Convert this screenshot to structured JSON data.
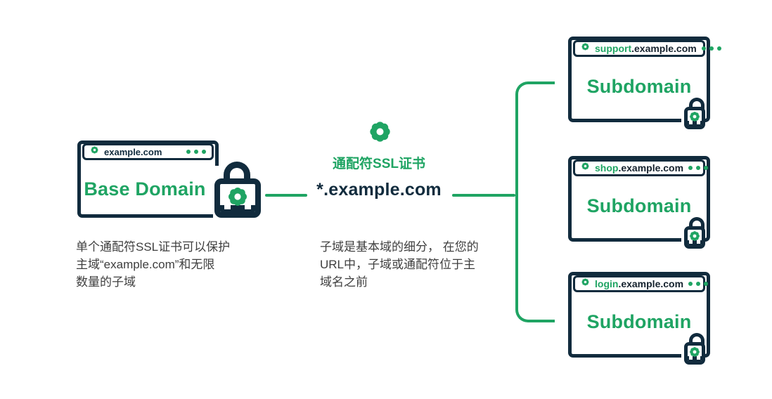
{
  "colors": {
    "green": "#1fa463",
    "navy": "#112b3d",
    "caption_text": "#3e3e3e",
    "background": "#ffffff"
  },
  "icons": {
    "site_badge": "gear-badge-icon",
    "window_menu": "ellipsis-dots-icon",
    "padlock": "padlock-icon",
    "wildcard_badge": "gear-badge-icon"
  },
  "base_window": {
    "address": "example.com",
    "label": "Base Domain"
  },
  "center": {
    "badge_title": "通配符SSL证书",
    "wildcard": "*.example.com"
  },
  "captions": {
    "base": "单个通配符SSL证书可以保护\n主域“example.com”和无限\n数量的子域",
    "wildcard": "子域是基本域的细分， 在您的\nURL中，子域或通配符位于主\n域名之前"
  },
  "subdomain_windows": [
    {
      "subdomain": "support",
      "suffix": ".example.com",
      "label": "Subdomain"
    },
    {
      "subdomain": "shop",
      "suffix": ".example.com",
      "label": "Subdomain"
    },
    {
      "subdomain": "login",
      "suffix": ".example.com",
      "label": "Subdomain"
    }
  ]
}
